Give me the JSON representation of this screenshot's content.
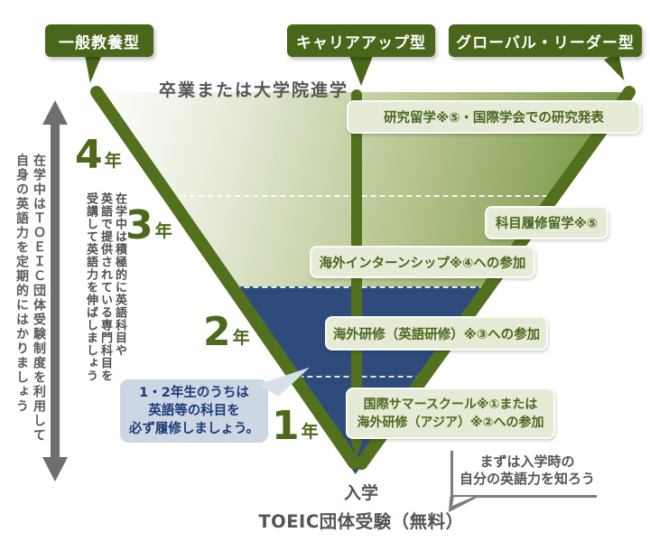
{
  "tracks": {
    "general": "一般教養型",
    "career": "キャリアアップ型",
    "global": "グローバル・リーダー型"
  },
  "graduation": "卒業または大学院進学",
  "side_note": "在学中はＴＯＥＩＣ団体受験制度を利用して\n自身の英語力を定期的にはかりましょう",
  "study_note": "在学中は積極的に英語科目や\n英語で提供されている専門科目を\n受講して英語力を伸ばしましょう",
  "years": [
    {
      "num": "4",
      "unit": "年"
    },
    {
      "num": "3",
      "unit": "年"
    },
    {
      "num": "2",
      "unit": "年"
    },
    {
      "num": "1",
      "unit": "年"
    }
  ],
  "programs": [
    "研究留学※⑤・国際学会での研究発表",
    "科目履修留学※⑤",
    "海外インターンシップ※④への参加",
    "海外研修（英語研修）※③への参加",
    "国際サマースクール※①または\n海外研修（アジア）※②への参加"
  ],
  "advice_bubble": "1・2年生のうちは\n英語等の科目を\n必ず履修しましょう。",
  "entry": {
    "line1": "入学",
    "line2": "TOEIC団体受験（無料）"
  },
  "entry_callout": "まずは入学時の\n自分の英語力を知ろう",
  "colors": {
    "olive": "#53701e",
    "dark_green_box": "#4a661a",
    "light_label_bg": "#e5ebd7",
    "label_text": "#4b671c",
    "navy": "#2e4c7b",
    "bubble_bg": "#cdd7e4",
    "bubble_text": "#1d3c77",
    "gray_text": "#555555",
    "arrow_gray": "#6e6e6e"
  }
}
